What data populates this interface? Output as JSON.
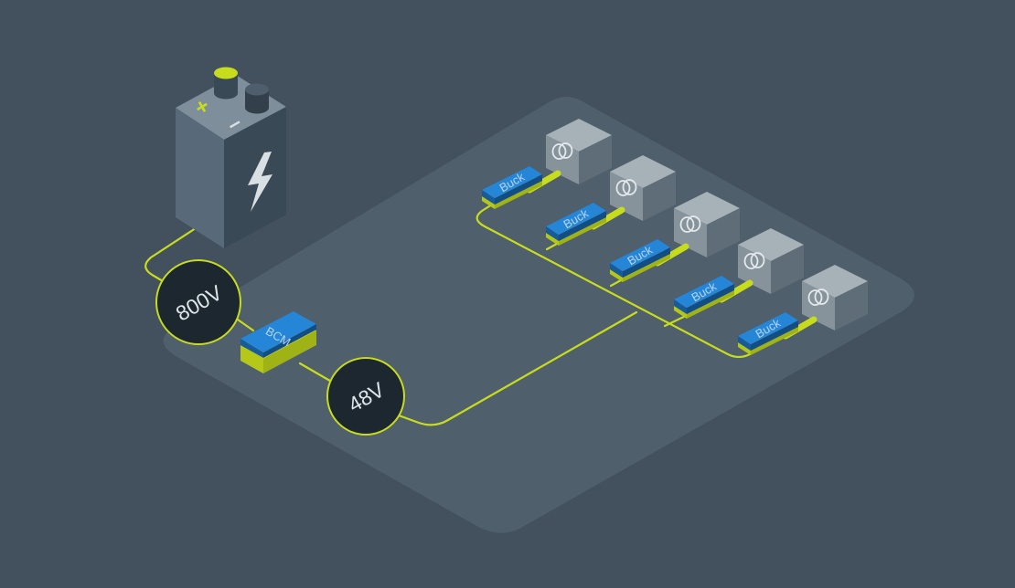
{
  "colors": {
    "background": "#43505e",
    "platform": "#4f5f6c",
    "wire": "#c8dc1e",
    "module_blue": "#1f74c0",
    "node_dark": "#1c2730",
    "battery_body": "#58697a",
    "transformer_box": "#8b979e"
  },
  "battery": {
    "plus_symbol": "+",
    "minus_symbol": "–",
    "icon": "lightning-bolt-icon"
  },
  "nodes": {
    "high_voltage": "800V",
    "low_voltage": "48V"
  },
  "bcm": {
    "label": "BCM"
  },
  "bucks": [
    {
      "label": "Buck"
    },
    {
      "label": "Buck"
    },
    {
      "label": "Buck"
    },
    {
      "label": "Buck"
    },
    {
      "label": "Buck"
    }
  ],
  "loads": {
    "icon": "transformer-coils-icon",
    "count": 5
  }
}
